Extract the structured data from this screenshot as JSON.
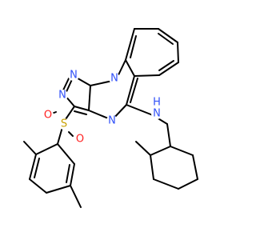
{
  "colors": {
    "bond": "#000000",
    "nitrogen": "#3050f8",
    "sulfur": "#c8a000",
    "oxygen": "#ff2020",
    "background": "#ffffff"
  },
  "atoms": {
    "n1": "N",
    "n2": "N",
    "n3": "N",
    "n4": "N",
    "nh": "N",
    "h": "H",
    "s": "S",
    "o1": "O",
    "o2": "O"
  }
}
